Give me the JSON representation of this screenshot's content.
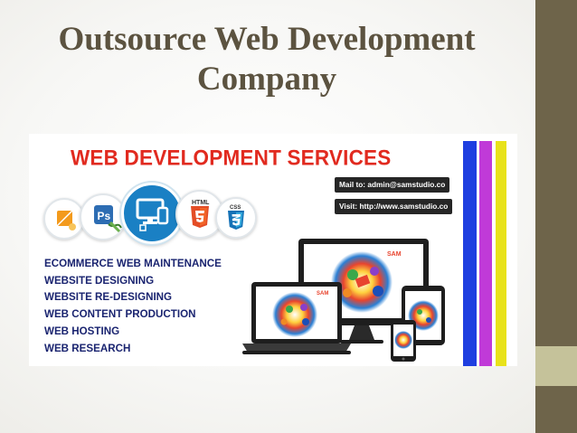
{
  "slide": {
    "title_line1": "Outsource Web Development",
    "title_line2": "Company"
  },
  "banner": {
    "heading": "WEB DEVELOPMENT SERVICES",
    "mail": "Mail to: admin@samstudio.co",
    "visit": "Visit: http://www.samstudio.co",
    "icons": [
      "illustrator-icon",
      "photoshop-icon",
      "responsive-devices-icon",
      "html5-icon",
      "css3-icon"
    ],
    "icon_labels": {
      "html": "HTML",
      "css": "CSS",
      "ps": "Ps"
    },
    "services": [
      "ECOMMERCE WEB MAINTENANCE",
      "WEBSITE DESIGNING",
      "WEBSITE RE-DESIGNING",
      "WEB CONTENT PRODUCTION",
      "WEB HOSTING",
      "WEB RESEARCH"
    ],
    "brand_mark": "SAM",
    "colors": {
      "heading": "#e12a1f",
      "services": "#1a2470",
      "stripe_blue": "#1f3fe0",
      "stripe_purple": "#c03ad8",
      "stripe_yellow": "#e8e21a"
    }
  },
  "theme": {
    "sidebar": "#6e644a",
    "sidebar_accent": "#c5c29a",
    "title_color": "#5c5340"
  }
}
